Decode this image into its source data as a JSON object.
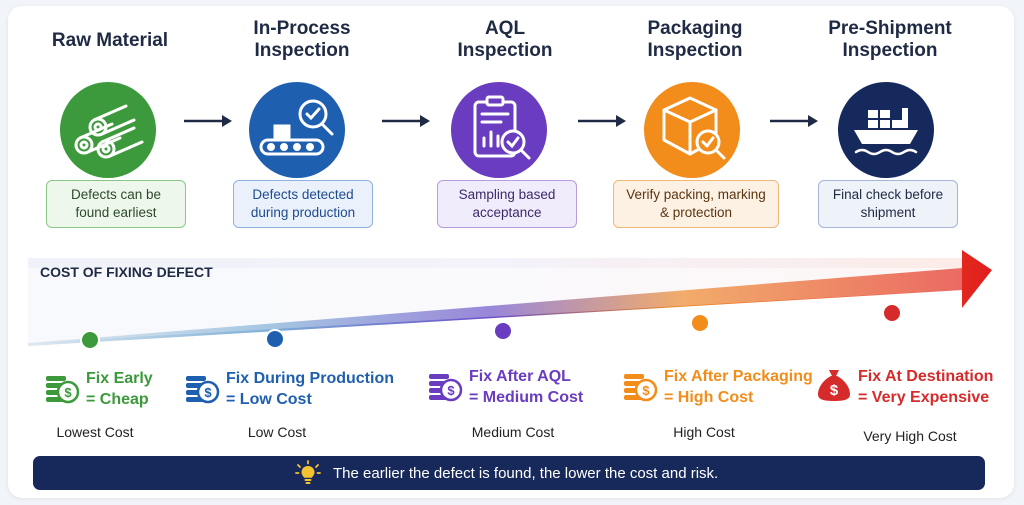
{
  "stages": [
    {
      "title_lines": [
        "Raw Material",
        ""
      ],
      "desc_lines": [
        "Defects can be",
        "found earliest"
      ],
      "color": "#3d9a3c",
      "icon": "pipes-icon"
    },
    {
      "title_lines": [
        "In-Process",
        "Inspection"
      ],
      "desc_lines": [
        "Defects detected",
        "during production"
      ],
      "color": "#1f5fb0",
      "icon": "conveyor-inspection-icon"
    },
    {
      "title_lines": [
        "AQL",
        "Inspection"
      ],
      "desc_lines": [
        "Sampling based",
        "acceptance"
      ],
      "color": "#6a3cc0",
      "icon": "clipboard-chart-icon"
    },
    {
      "title_lines": [
        "Packaging",
        "Inspection"
      ],
      "desc_lines": [
        "Verify packing, marking",
        "& protection"
      ],
      "color": "#f28c1b",
      "icon": "box-check-icon"
    },
    {
      "title_lines": [
        "Pre-Shipment",
        "Inspection"
      ],
      "desc_lines": [
        "Final check before",
        "shipment"
      ],
      "color": "#16295c",
      "icon": "cargo-ship-icon"
    }
  ],
  "cost": {
    "heading": "COST OF FIXING DEFECT",
    "fixes": [
      {
        "line1": "Fix Early",
        "line2": "= Cheap",
        "level": "Lowest Cost",
        "color": "#3d9a3c",
        "icon": "coins-icon"
      },
      {
        "line1": "Fix During Production",
        "line2": "= Low Cost",
        "level": "Low Cost",
        "color": "#1f5fb0",
        "icon": "coins-icon"
      },
      {
        "line1": "Fix After AQL",
        "line2": "= Medium Cost",
        "level": "Medium Cost",
        "color": "#6a3cc0",
        "icon": "coins-icon"
      },
      {
        "line1": "Fix After Packaging",
        "line2": "= High Cost",
        "level": "High Cost",
        "color": "#f28c1b",
        "icon": "coins-icon"
      },
      {
        "line1": "Fix At Destination",
        "line2": "= Very Expensive",
        "level": "Very High Cost",
        "color": "#d62b2b",
        "icon": "money-bag-icon"
      }
    ]
  },
  "banner": {
    "text": "The earlier the defect is found, the lower the cost and risk.",
    "icon": "lightbulb-icon"
  }
}
